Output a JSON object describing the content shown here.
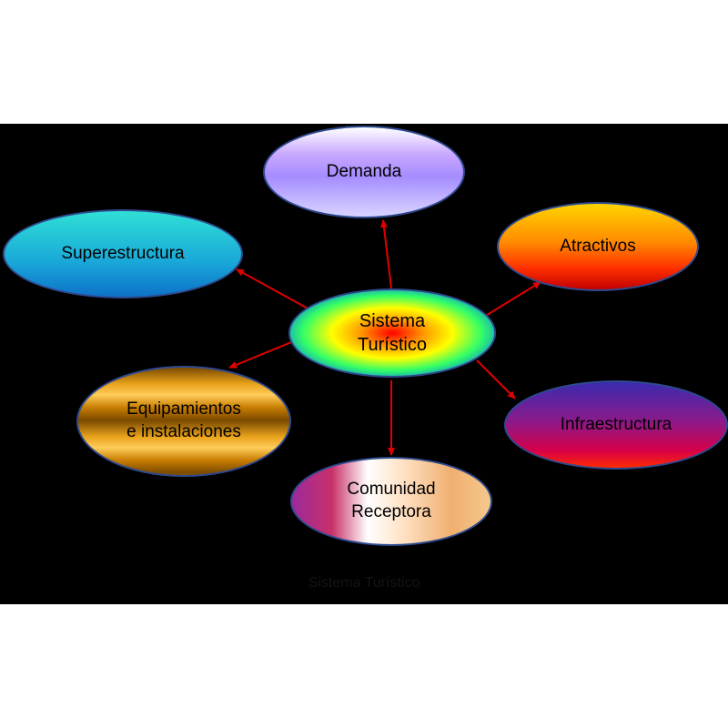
{
  "diagram": {
    "center": {
      "label": "Sistema\nTurístico"
    },
    "nodes": {
      "demanda": "Demanda",
      "superestructura": "Superestructura",
      "atractivos": "Atractivos",
      "equipamientos": "Equipamientos\ne  instalaciones",
      "infraestructura": "Infraestructura",
      "comunidad": "Comunidad\nReceptora"
    },
    "caption": "Sistema Turístico",
    "colors": {
      "background_panel": "#000000",
      "arrow": "#e00000",
      "node_border": "#2e4a8f"
    }
  }
}
